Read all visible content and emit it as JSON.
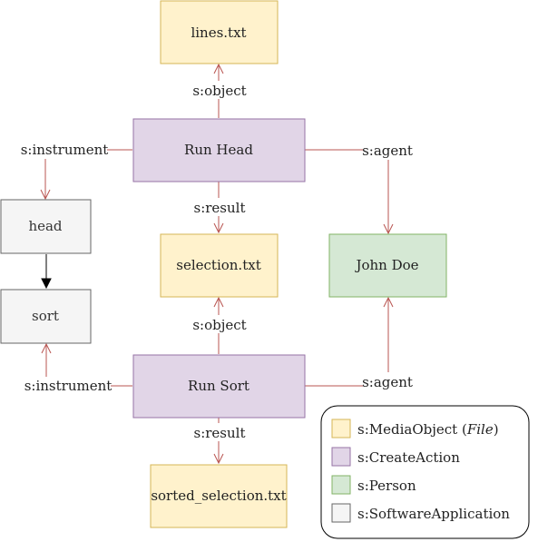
{
  "colors": {
    "media_fill": "#fff2cc",
    "media_stroke": "#d6b656",
    "action_fill": "#e1d5e7",
    "action_stroke": "#9673a6",
    "person_fill": "#d5e8d4",
    "person_stroke": "#82b366",
    "software_fill": "#f5f5f5",
    "software_stroke": "#666666",
    "edge_color": "#b85450",
    "sequence_edge_color": "#000000"
  },
  "nodes": {
    "lines": "lines.txt",
    "run_head": "Run Head",
    "head": "head",
    "sort": "sort",
    "selection": "selection.txt",
    "john_doe": "John Doe",
    "run_sort": "Run Sort",
    "sorted_selection": "sorted_selection.txt"
  },
  "edges": {
    "head_object": "s:object",
    "head_instrument": "s:instrument",
    "head_agent": "s:agent",
    "head_result": "s:result",
    "sort_object": "s:object",
    "sort_instrument": "s:instrument",
    "sort_agent": "s:agent",
    "sort_result": "s:result"
  },
  "legend": {
    "media_object": "s:MediaObject (",
    "media_object_type": "File",
    "media_object_close": ")",
    "create_action": "s:CreateAction",
    "person": "s:Person",
    "software_application": "s:SoftwareApplication"
  }
}
